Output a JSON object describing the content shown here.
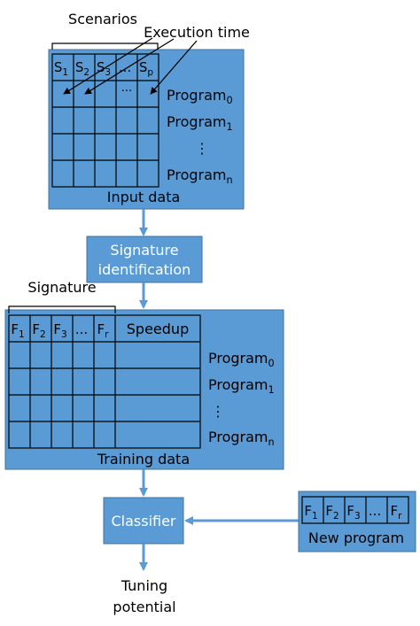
{
  "colors": {
    "box_fill": "#5b9bd5",
    "box_stroke": "#41719c",
    "arrow": "#5b9bd5",
    "grid_line": "#000000",
    "inner_text": "#000000",
    "white_text": "#ffffff"
  },
  "input_data": {
    "scenarios_label": "Scenarios",
    "execution_time_label": "Execution time",
    "scenario_headers": [
      {
        "base": "S",
        "sub": "1"
      },
      {
        "base": "S",
        "sub": "2"
      },
      {
        "base": "S",
        "sub": "3"
      },
      {
        "base": "...",
        "sub": ""
      },
      {
        "base": "S",
        "sub": "p"
      }
    ],
    "ellipsis_cell": "...",
    "programs": [
      {
        "base": "Program",
        "sub": "0"
      },
      {
        "base": "Program",
        "sub": "1"
      },
      {
        "base": "⋮",
        "sub": ""
      },
      {
        "base": "Program",
        "sub": "n"
      }
    ],
    "caption": "Input data"
  },
  "signature_identification": {
    "line1": "Signature",
    "line2": "identification"
  },
  "training_data": {
    "signature_label": "Signature",
    "feature_headers": [
      {
        "base": "F",
        "sub": "1"
      },
      {
        "base": "F",
        "sub": "2"
      },
      {
        "base": "F",
        "sub": "3"
      },
      {
        "base": "...",
        "sub": ""
      },
      {
        "base": "F",
        "sub": "r"
      }
    ],
    "speedup_header": "Speedup",
    "programs": [
      {
        "base": "Program",
        "sub": "0"
      },
      {
        "base": "Program",
        "sub": "1"
      },
      {
        "base": "⋮",
        "sub": ""
      },
      {
        "base": "Program",
        "sub": "n"
      }
    ],
    "caption": "Training data"
  },
  "classifier": {
    "label": "Classifier"
  },
  "new_program": {
    "feature_headers": [
      {
        "base": "F",
        "sub": "1"
      },
      {
        "base": "F",
        "sub": "2"
      },
      {
        "base": "F",
        "sub": "3"
      },
      {
        "base": "...",
        "sub": ""
      },
      {
        "base": "F",
        "sub": "r"
      }
    ],
    "caption": "New program"
  },
  "output": {
    "line1": "Tuning",
    "line2": "potential"
  }
}
